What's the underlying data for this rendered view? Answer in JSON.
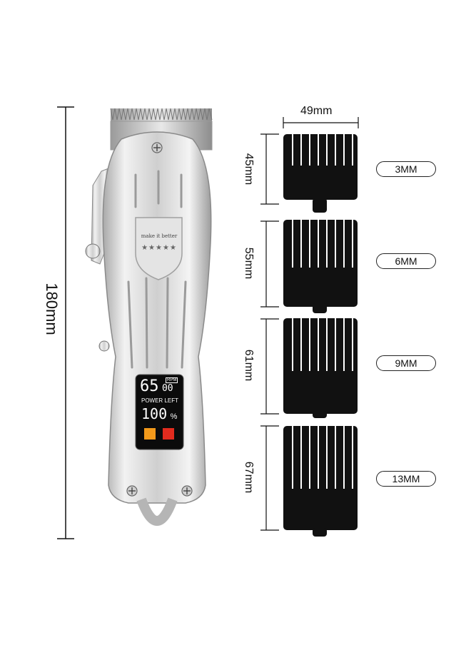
{
  "dimensions": {
    "height_total": "180mm",
    "comb_width": "49mm"
  },
  "combs": [
    {
      "height": "45mm",
      "size": "3MM"
    },
    {
      "height": "55mm",
      "size": "6MM"
    },
    {
      "height": "61mm",
      "size": "9MM"
    },
    {
      "height": "67mm",
      "size": "13MM"
    }
  ],
  "display": {
    "rpm_value": "65",
    "rpm_small": "00",
    "rpm_unit": "RPM",
    "power_label": "POWER LEFT",
    "battery": "100",
    "percent": "%"
  },
  "badge": {
    "slogan": "make it better",
    "stars": "★★★★★"
  },
  "colors": {
    "metal": "#d6d6d6",
    "comb": "#111111",
    "display_bg": "#0b0b0b",
    "orange_icon": "#f39a1b",
    "red_icon": "#e22b1e"
  }
}
